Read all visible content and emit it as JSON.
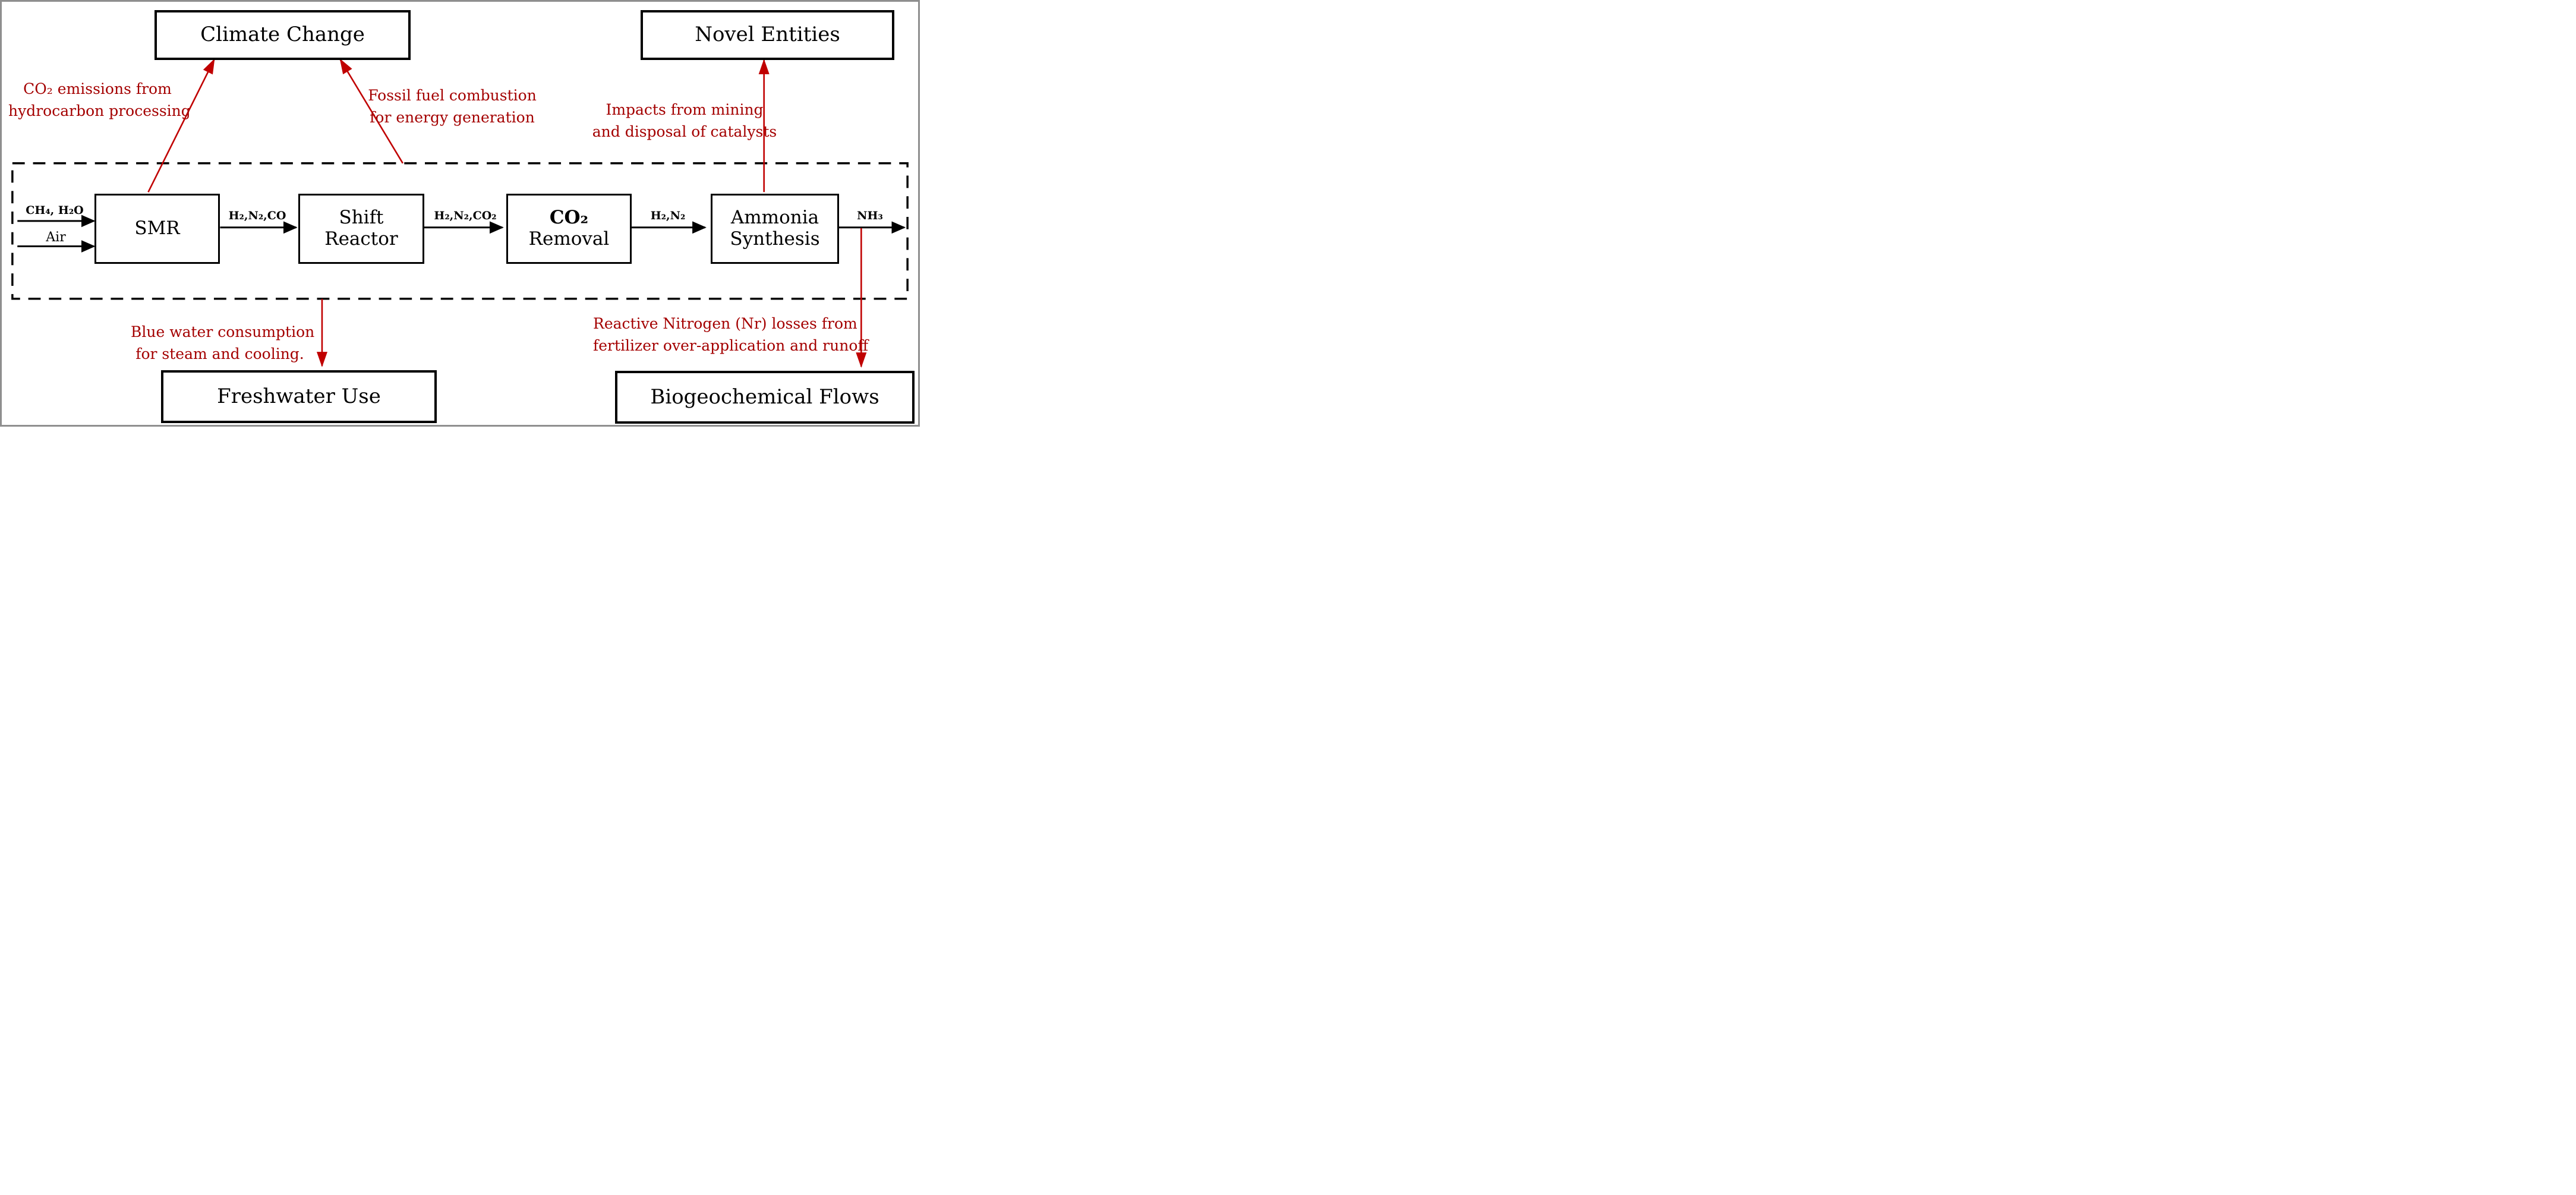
{
  "colors": {
    "annotation_red": "#a40000",
    "arrow_red": "#c00000",
    "line_black": "#000000",
    "border_gray": "#8f8f8f"
  },
  "impacts": {
    "climate_change": "Climate Change",
    "novel_entities": "Novel Entities",
    "freshwater_use": "Freshwater Use",
    "biogeochemical_flows": "Biogeochemical Flows"
  },
  "processes": {
    "smr": {
      "line1": "SMR"
    },
    "shift_reactor": {
      "line1": "Shift",
      "line2": "Reactor"
    },
    "co2_removal": {
      "line1": "CO₂",
      "line2": "Removal"
    },
    "ammonia_synthesis": {
      "line1": "Ammonia",
      "line2": "Synthesis"
    }
  },
  "streams": {
    "feed_gas": "CH₄, H₂O",
    "feed_air": "Air",
    "smr_out": "H₂,N₂,CO",
    "shift_out": "H₂,N₂,CO₂",
    "co2_removal_out": "H₂,N₂",
    "product": "NH₃"
  },
  "annotations": {
    "co2_emissions": {
      "line1": "CO₂ emissions from",
      "line2": "hydrocarbon processing"
    },
    "fossil_fuel": {
      "line1": "Fossil fuel combustion",
      "line2": "for energy generation"
    },
    "catalysts": {
      "line1": "Impacts from mining",
      "line2": "and disposal of catalysts"
    },
    "blue_water": {
      "line1": "Blue water consumption",
      "line2": "for steam and cooling."
    },
    "reactive_nitrogen": {
      "line1": "Reactive Nitrogen (Nr) losses from",
      "line2": "fertilizer over-application and runoff"
    }
  }
}
